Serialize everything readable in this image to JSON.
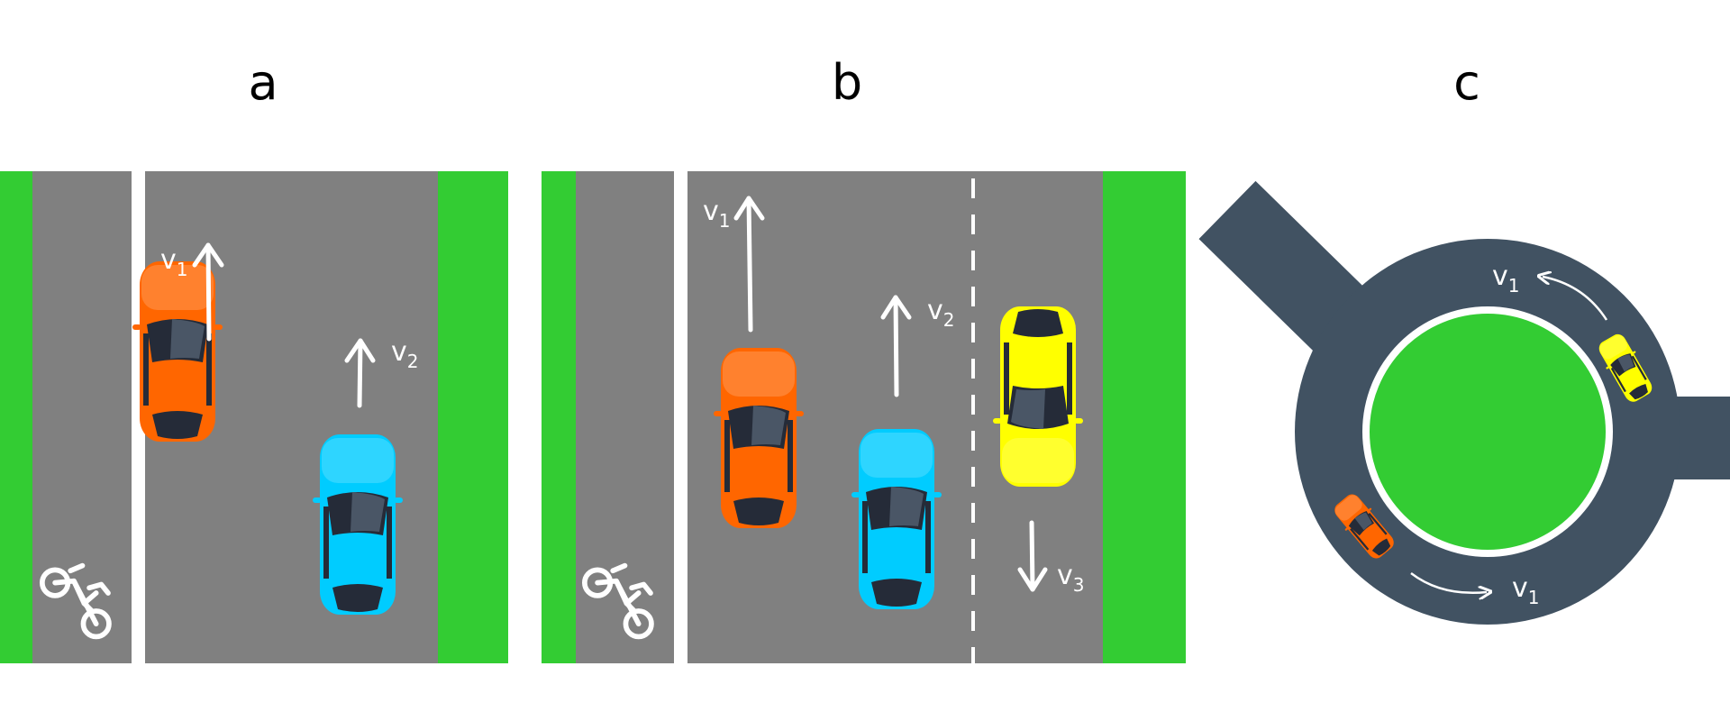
{
  "panels": [
    {
      "id": "a",
      "label": "a"
    },
    {
      "id": "b",
      "label": "b"
    },
    {
      "id": "c",
      "label": "c"
    }
  ],
  "velocity_labels": {
    "a_v1": {
      "base": "v",
      "sub": "1"
    },
    "a_v2": {
      "base": "v",
      "sub": "2"
    },
    "b_v1": {
      "base": "v",
      "sub": "1"
    },
    "b_v2": {
      "base": "v",
      "sub": "2"
    },
    "b_v3": {
      "base": "v",
      "sub": "3"
    },
    "c_v1_top": {
      "base": "v",
      "sub": "1"
    },
    "c_v1_bottom": {
      "base": "v",
      "sub": "1"
    }
  },
  "colors": {
    "grass": "#33cc33",
    "road": "#808080",
    "roundabout_road": "#415262",
    "lane_line": "#ffffff",
    "car_orange": "#ff6600",
    "car_blue": "#00ccff",
    "car_yellow": "#ffff00",
    "glass": "#252b38"
  },
  "icons": [
    "bicycle-icon",
    "car-orange-icon",
    "car-blue-icon",
    "car-yellow-icon",
    "arrow-up-icon",
    "arrow-down-icon",
    "curved-arrow-icon"
  ]
}
